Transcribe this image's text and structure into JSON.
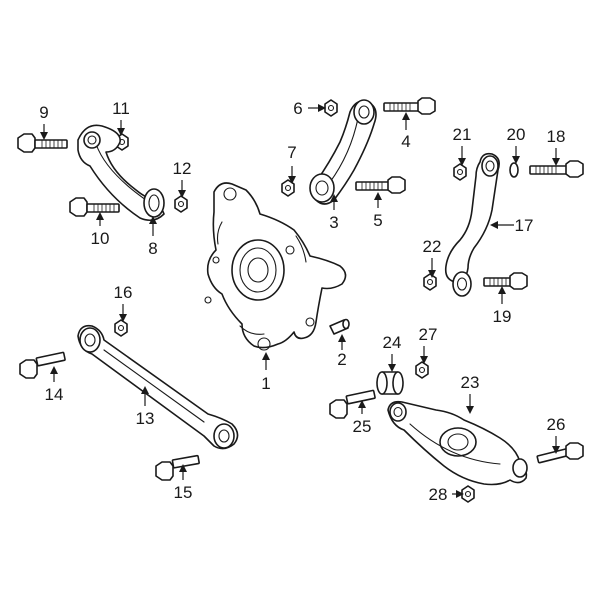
{
  "callouts": {
    "c1": "1",
    "c2": "2",
    "c3": "3",
    "c4": "4",
    "c5": "5",
    "c6": "6",
    "c7": "7",
    "c8": "8",
    "c9": "9",
    "c10": "10",
    "c11": "11",
    "c12": "12",
    "c13": "13",
    "c14": "14",
    "c15": "15",
    "c16": "16",
    "c17": "17",
    "c18": "18",
    "c19": "19",
    "c20": "20",
    "c21": "21",
    "c22": "22",
    "c23": "23",
    "c24": "24",
    "c25": "25",
    "c26": "26",
    "c27": "27",
    "c28": "28"
  }
}
